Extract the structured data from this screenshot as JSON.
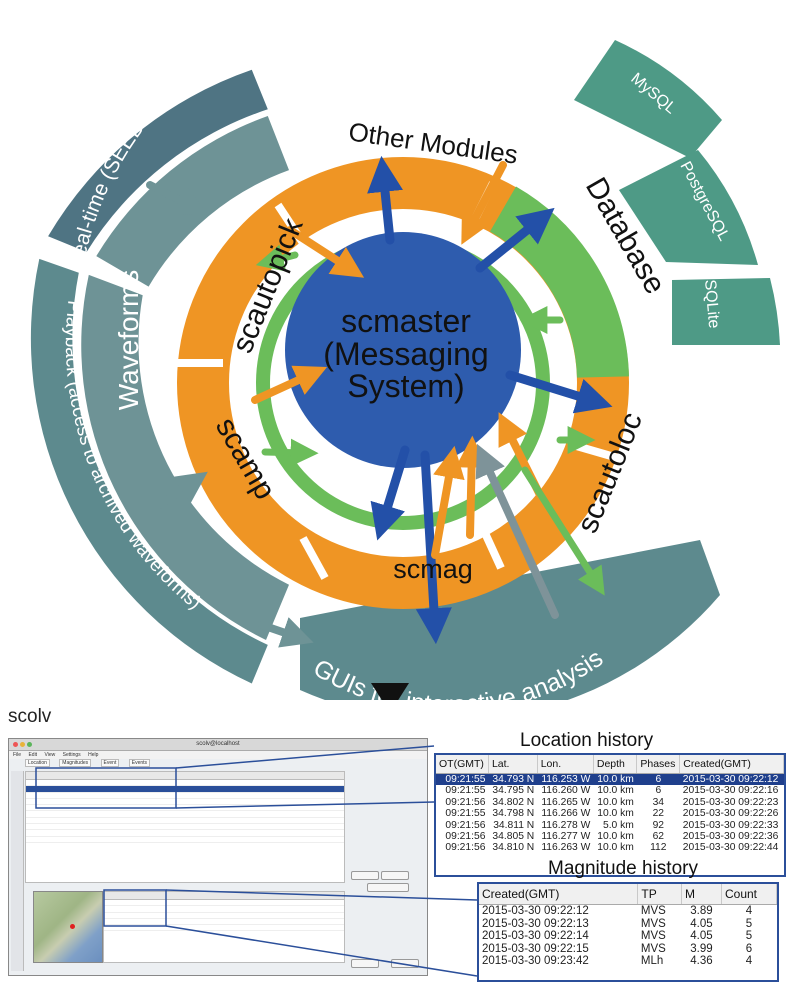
{
  "diagram": {
    "outer_bands": {
      "realtime": "Real-time (SEEDlink)",
      "playback": "Playback (access to archived waveforms)",
      "waveforms": "Waveforms",
      "guis": "GUIs for interactive analysis"
    },
    "db_backends": [
      "MySQL",
      "PostgreSQL",
      "SQLite"
    ],
    "modules": {
      "other": "Other Modules",
      "database": "Database",
      "scautopick": "scautopick",
      "scamp": "scamp",
      "scmag": "scmag",
      "scautoloc": "scautoloc"
    },
    "core": {
      "line1": "scmaster",
      "line2": "(Messaging",
      "line3": "System)"
    },
    "colors": {
      "core_blue": "#2e5cae",
      "arrow_blue": "#2350a8",
      "module_orange": "#ef9524",
      "ring_green": "#6bbd5a",
      "outer_teal": "#5d8a8e",
      "outer_slate": "#4f7483",
      "db_teal": "#4e9a86",
      "gray_arrow": "#7e9399"
    }
  },
  "scolv": {
    "label": "scolv",
    "window_title": "scolv@localhost",
    "menu": [
      "File",
      "Edit",
      "View",
      "Settings",
      "Help"
    ],
    "tabs": [
      "Location",
      "Magnitudes",
      "Event",
      "Events"
    ]
  },
  "location_history": {
    "title": "Location history",
    "columns": [
      "OT(GMT)",
      "Lat.",
      "Lon.",
      "Depth",
      "Phases",
      "Created(GMT)"
    ],
    "rows": [
      [
        "09:21:55",
        "34.793 N",
        "116.253 W",
        "10.0 km",
        "6",
        "2015-03-30 09:22:12"
      ],
      [
        "09:21:55",
        "34.795 N",
        "116.260 W",
        "10.0 km",
        "6",
        "2015-03-30 09:22:16"
      ],
      [
        "09:21:56",
        "34.802 N",
        "116.265 W",
        "10.0 km",
        "34",
        "2015-03-30 09:22:23"
      ],
      [
        "09:21:55",
        "34.798 N",
        "116.266 W",
        "10.0 km",
        "22",
        "2015-03-30 09:22:26"
      ],
      [
        "09:21:56",
        "34.811 N",
        "116.278 W",
        "5.0 km",
        "92",
        "2015-03-30 09:22:33"
      ],
      [
        "09:21:56",
        "34.805 N",
        "116.277 W",
        "10.0 km",
        "62",
        "2015-03-30 09:22:36"
      ],
      [
        "09:21:56",
        "34.810 N",
        "116.263 W",
        "10.0 km",
        "112",
        "2015-03-30 09:22:44"
      ]
    ]
  },
  "magnitude_history": {
    "title": "Magnitude history",
    "columns": [
      "Created(GMT)",
      "TP",
      "M",
      "Count"
    ],
    "rows": [
      [
        "2015-03-30 09:22:12",
        "MVS",
        "3.89",
        "4"
      ],
      [
        "2015-03-30 09:22:13",
        "MVS",
        "4.05",
        "5"
      ],
      [
        "2015-03-30 09:22:14",
        "MVS",
        "4.05",
        "5"
      ],
      [
        "2015-03-30 09:22:15",
        "MVS",
        "3.99",
        "6"
      ],
      [
        "2015-03-30 09:23:42",
        "MLh",
        "4.36",
        "4"
      ]
    ]
  }
}
